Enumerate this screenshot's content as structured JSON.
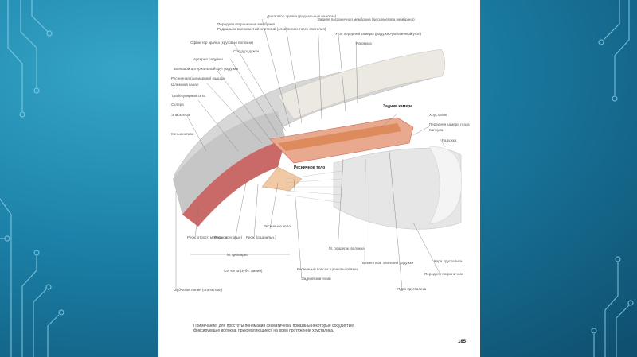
{
  "figure": {
    "labels": {
      "top1": "Дилататор зрачка (радиальные волокна)",
      "top2": "Передняя пограничная мембрана",
      "top3": "Радиально-волокнистый эпителий (слой пигментного эпителия)",
      "top4": "Задняя пограничная мембрана (десцеметова мембрана)",
      "top5": "Угол передней камеры (радужно-роговичный угол)",
      "top6": "Сфинктер зрачка (круговые волокна)",
      "top7": "Сосуд радужки",
      "top8": "Артерия радужки",
      "top9": "Роговица",
      "left1": "Большой артериальный круг радужки",
      "left2": "Ресничная (цилиарная) мышца",
      "left3": "Шлеммов канал",
      "left4": "Трабекулярная сеть",
      "left5": "Склера",
      "left6": "Эписклера",
      "left7": "Конъюнктива",
      "right1": "Хрусталик",
      "right2": "Передняя камера глаза",
      "right3": "Капсула",
      "right4": "Радужка",
      "center1": "Задняя камера",
      "center2": "Ресничное тело",
      "b1": "Ресн. отрост. меридион.",
      "b2": "Ресн. (круговые)",
      "b3": "Ресн. (радиальн.)",
      "b4": "Ресничное тело",
      "b5": "М. цилиарис",
      "b6": "Сетчатка (зубч. линия)",
      "b7": "Ресничный поясок (цинновы связки)",
      "b8": "М. поддерж. волокна",
      "b9": "Пигментный эпителий радужки",
      "b10": "Ядро хрусталика",
      "b11": "Кора хрусталика",
      "b12": "Передняя пограничная",
      "b13": "Задний эпителий",
      "bottom_left": "Зубчатая линия (ora serrata)"
    },
    "caption": "Примечание: для простоты понимания схематически показаны некоторые сосудистые, фиксирующие волокна, прикрепляющиеся на всем протяжении хрусталика.",
    "page_number": "185"
  }
}
